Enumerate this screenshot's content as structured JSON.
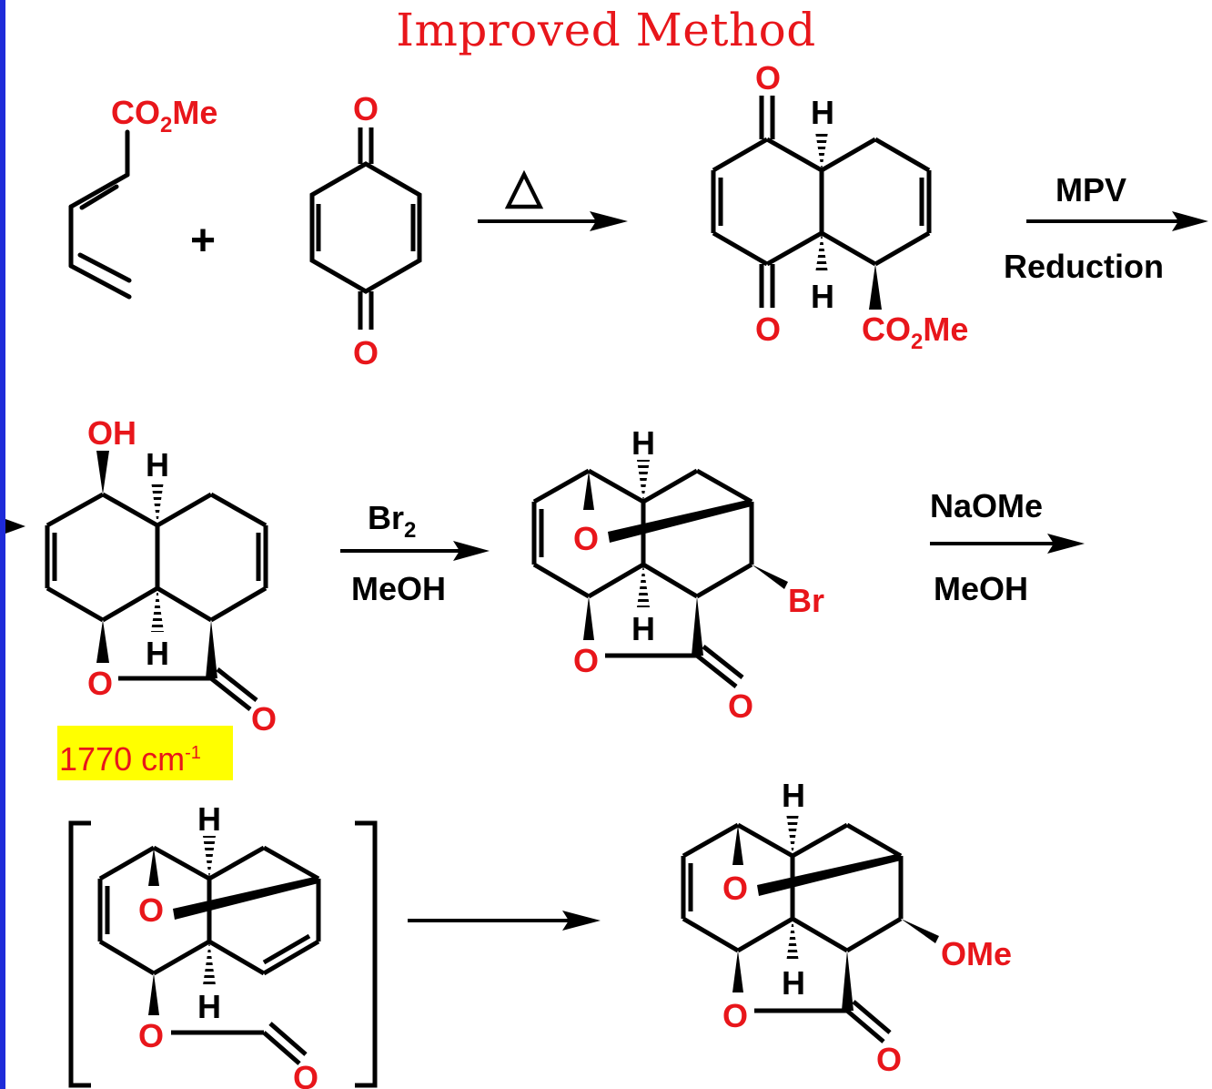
{
  "title": "Improved Method",
  "ir_band": {
    "value": "1770 cm",
    "superscript": "-1"
  },
  "reagents": {
    "delta": "△",
    "mpv": "MPV",
    "reduction": "Reduction",
    "br2": "Br",
    "br2_sub": "2",
    "meoh1": "MeOH",
    "naome": "NaOMe",
    "meoh2": "MeOH"
  },
  "labels": {
    "plus": "+",
    "co2me_1": "CO",
    "co2me_1_sub": "2",
    "co2me_1_tail": "Me",
    "quinone_o_top": "O",
    "quinone_o_bottom": "O",
    "adduct_o_top": "O",
    "adduct_o_bottom": "O",
    "adduct_h_top": "H",
    "adduct_h_bottom": "H",
    "co2me_2": "CO",
    "co2me_2_sub": "2",
    "co2me_2_tail": "Me",
    "lactone_oh": "OH",
    "lactone_h_top": "H",
    "lactone_h_bottom": "H",
    "lactone_o_ring": "O",
    "lactone_o_carbonyl": "O",
    "bromo_h_top": "H",
    "bromo_h_bottom": "H",
    "bromo_o_bridge": "O",
    "bromo_o_ring": "O",
    "bromo_o_carbonyl": "O",
    "bromo_br": "Br",
    "inter_h_top": "H",
    "inter_h_bottom": "H",
    "inter_o_bridge": "O",
    "inter_o_ring": "O",
    "inter_o_carbonyl": "O",
    "final_h_top": "H",
    "final_h_bottom": "H",
    "final_o_bridge": "O",
    "final_o_ring": "O",
    "final_o_carbonyl": "O",
    "final_ome": "OMe"
  },
  "colors": {
    "title": "#e8161b",
    "heteroatom": "#e8161b",
    "bond": "#000000",
    "highlight": "#ffff00",
    "left_bar": "#1e2bd9"
  }
}
